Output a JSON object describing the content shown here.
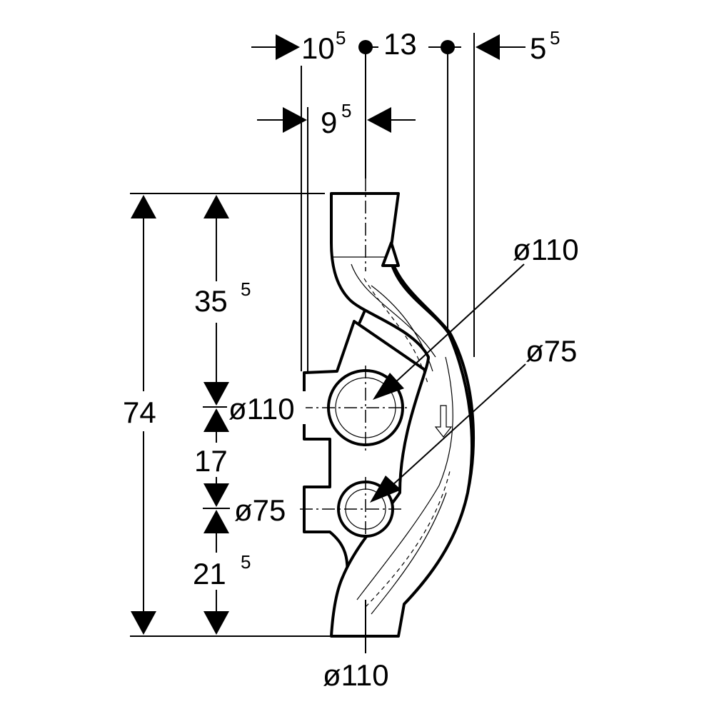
{
  "top_dims": {
    "left_main": "10",
    "left_sup": "5",
    "middle": "13",
    "right_main": "5",
    "right_sup": "5"
  },
  "second_dim": {
    "main": "9",
    "sup": "5"
  },
  "left_dims": {
    "total": "74",
    "upper_main": "35",
    "upper_sup": "5",
    "middle": "17",
    "lower_main": "21",
    "lower_sup": "5"
  },
  "connections": {
    "left_upper": "ø110",
    "left_lower": "ø75",
    "right_upper": "ø110",
    "right_lower": "ø75",
    "bottom": "ø110"
  },
  "colors": {
    "line": "#000000",
    "background": "#ffffff"
  }
}
